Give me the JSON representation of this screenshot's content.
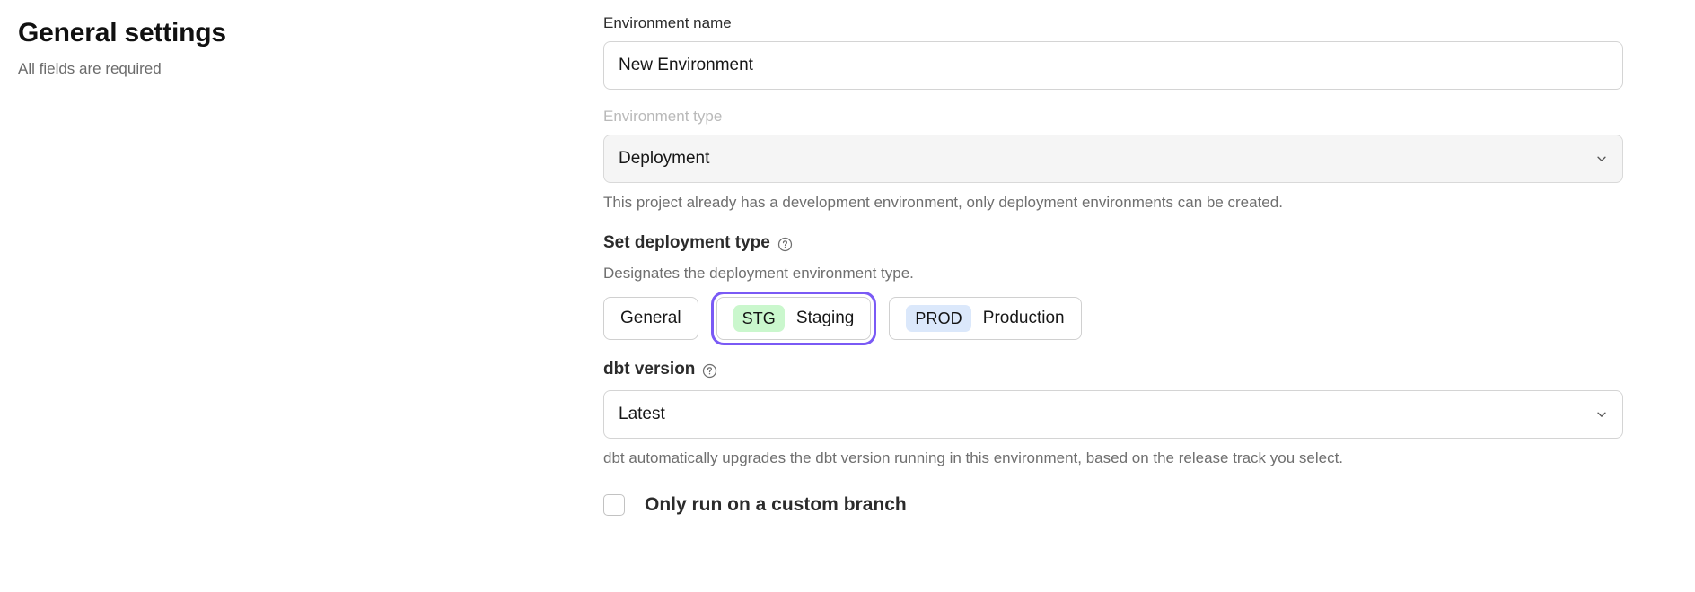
{
  "header": {
    "title": "General settings",
    "subtitle": "All fields are required"
  },
  "form": {
    "environment_name": {
      "label": "Environment name",
      "value": "New Environment",
      "placeholder": "Environment name"
    },
    "environment_type": {
      "label": "Environment type",
      "value": "Deployment",
      "disabled_label": true,
      "chevron_icon": "chevron-down-icon",
      "helper": "This project already has a development environment, only deployment environments can be created."
    },
    "deployment_type": {
      "heading": "Set deployment type",
      "help_icon": "question-circle-icon",
      "description": "Designates the deployment environment type.",
      "options": [
        {
          "id": "general",
          "badge": "",
          "label": "General",
          "badge_color": "",
          "selected": false,
          "focused": false
        },
        {
          "id": "staging",
          "badge": "STG",
          "label": "Staging",
          "badge_color": "#caf7cd",
          "selected": true,
          "focused": true
        },
        {
          "id": "production",
          "badge": "PROD",
          "label": "Production",
          "badge_color": "#dbe8fb",
          "selected": false,
          "focused": false
        }
      ]
    },
    "dbt_version": {
      "label": "dbt version",
      "help_icon": "question-circle-icon",
      "value": "Latest",
      "chevron_icon": "chevron-down-icon",
      "helper": "dbt automatically upgrades the dbt version running in this environment, based on the release track you select."
    },
    "custom_branch": {
      "label": "Only run on a custom branch",
      "checked": false
    }
  },
  "colors": {
    "focus_ring": "#7a5af5",
    "staging_badge": "#caf7cd",
    "production_badge": "#dbe8fb",
    "muted_text": "#6f6f6f",
    "disabled_text": "#b9b9b9"
  }
}
